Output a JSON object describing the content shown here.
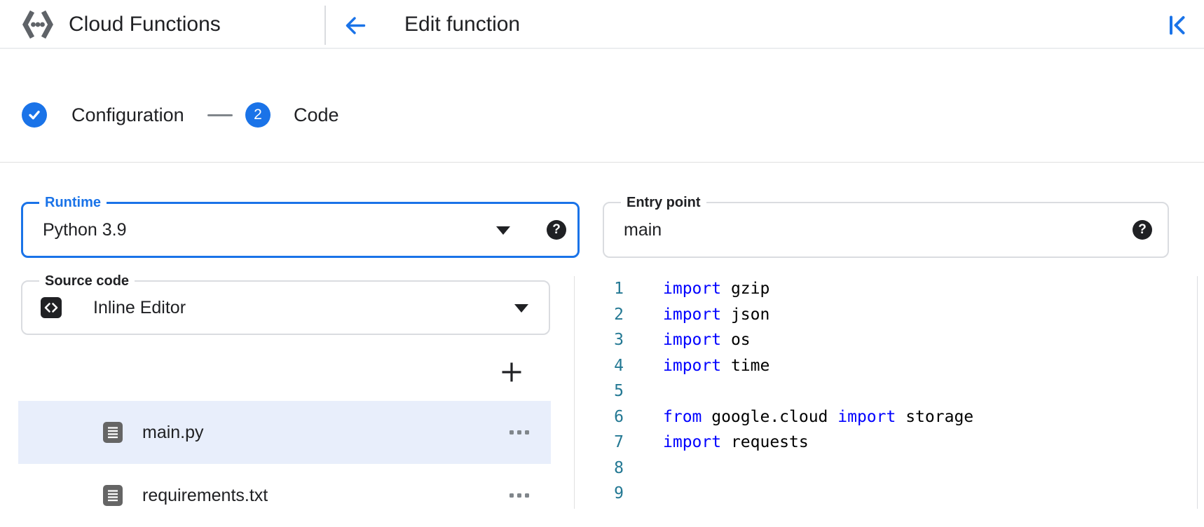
{
  "header": {
    "app_title": "Cloud Functions",
    "page_title": "Edit function"
  },
  "stepper": {
    "step1_label": "Configuration",
    "step2_number": "2",
    "step2_label": "Code"
  },
  "form": {
    "runtime_label": "Runtime",
    "runtime_value": "Python 3.9",
    "entry_point_label": "Entry point",
    "entry_point_value": "main",
    "source_code_label": "Source code",
    "source_code_value": "Inline Editor"
  },
  "files": [
    {
      "name": "main.py",
      "selected": true
    },
    {
      "name": "requirements.txt",
      "selected": false
    }
  ],
  "editor": {
    "lines": [
      {
        "n": "1",
        "parts": [
          [
            "keyword",
            "import"
          ],
          [
            "plain",
            " gzip"
          ]
        ]
      },
      {
        "n": "2",
        "parts": [
          [
            "keyword",
            "import"
          ],
          [
            "plain",
            " json"
          ]
        ]
      },
      {
        "n": "3",
        "parts": [
          [
            "keyword",
            "import"
          ],
          [
            "plain",
            " os"
          ]
        ]
      },
      {
        "n": "4",
        "parts": [
          [
            "keyword",
            "import"
          ],
          [
            "plain",
            " time"
          ]
        ]
      },
      {
        "n": "5",
        "parts": []
      },
      {
        "n": "6",
        "parts": [
          [
            "keyword",
            "from"
          ],
          [
            "plain",
            " google.cloud "
          ],
          [
            "keyword",
            "import"
          ],
          [
            "plain",
            " storage"
          ]
        ]
      },
      {
        "n": "7",
        "parts": [
          [
            "keyword",
            "import"
          ],
          [
            "plain",
            " requests"
          ]
        ]
      },
      {
        "n": "8",
        "parts": []
      },
      {
        "n": "9",
        "parts": []
      }
    ]
  },
  "icons": {
    "help_glyph": "?",
    "logo": "cloud-functions-logo",
    "back": "arrow-back-icon",
    "collapse": "collapse-panel-icon",
    "step_done": "check-icon",
    "dropdown": "chevron-down-icon",
    "source": "code-icon",
    "file": "file-icon",
    "more": "more-horizontal-icon",
    "add": "plus-icon"
  },
  "colors": {
    "accent": "#1a73e8",
    "keyword": "#0000ff",
    "line_number": "#237893",
    "selected_row_bg": "#e8eefb",
    "icon_gray": "#5f6368",
    "text": "#202124",
    "border": "#dadce0"
  }
}
